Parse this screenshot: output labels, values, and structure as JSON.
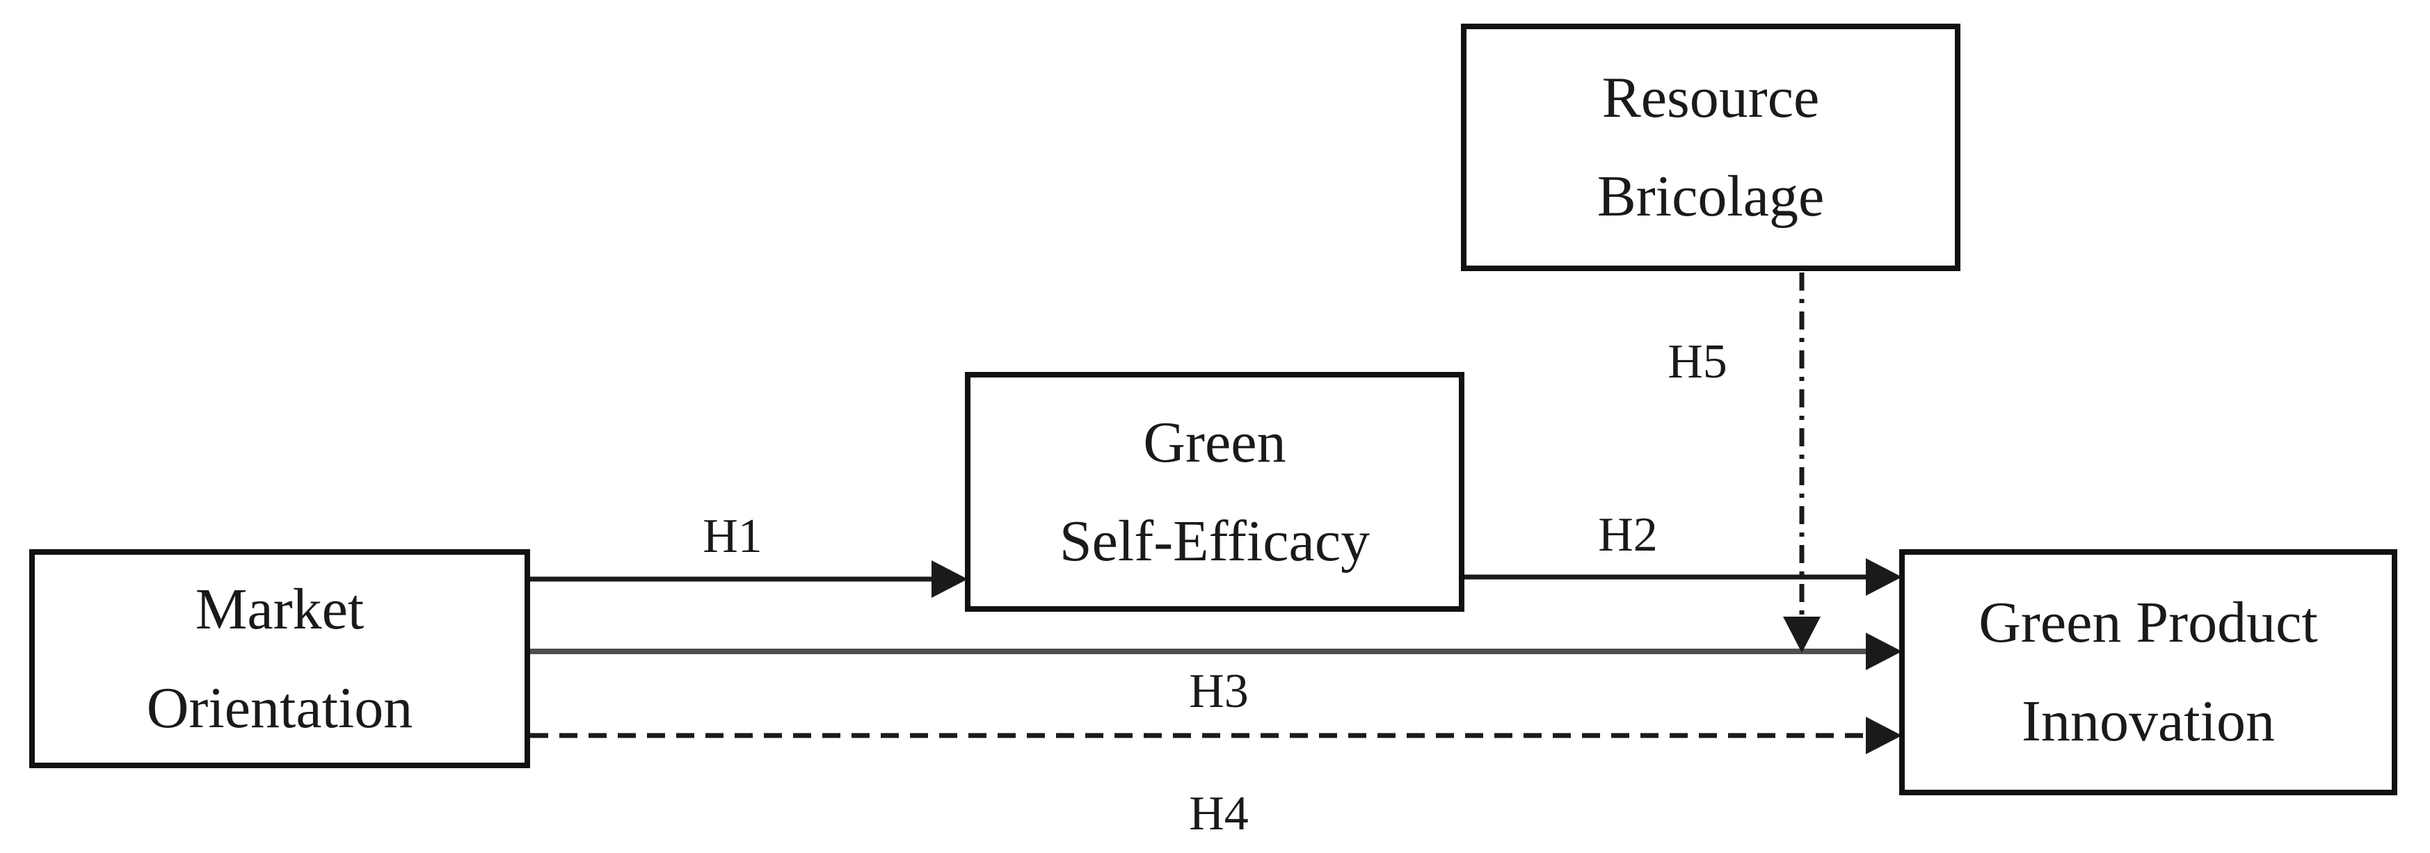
{
  "figure": {
    "background": "#ffffff",
    "ink_color": "#1a1a1a",
    "h3_line_color": "#4f4f4f"
  },
  "nodes": {
    "market_orientation": {
      "label": "Market\nOrientation"
    },
    "green_self_efficacy": {
      "label": "Green\nSelf-Efficacy"
    },
    "resource_bricolage": {
      "label": "Resource\nBricolage"
    },
    "green_product_innovation": {
      "label": "Green Product\nInnovation"
    }
  },
  "edges": {
    "h1": {
      "label": "H1",
      "from": "Market Orientation",
      "to": "Green Self-Efficacy",
      "line_style": "solid"
    },
    "h2": {
      "label": "H2",
      "from": "Green Self-Efficacy",
      "to": "Green Product Innovation",
      "line_style": "solid"
    },
    "h3": {
      "label": "H3",
      "from": "Market Orientation",
      "to": "Green Product Innovation",
      "line_style": "solid"
    },
    "h4": {
      "label": "H4",
      "from": "Market Orientation",
      "to": "Green Product Innovation",
      "line_style": "dashed"
    },
    "h5": {
      "label": "H5",
      "from": "Resource Bricolage",
      "to": "H3 path",
      "line_style": "dash-dot"
    }
  }
}
